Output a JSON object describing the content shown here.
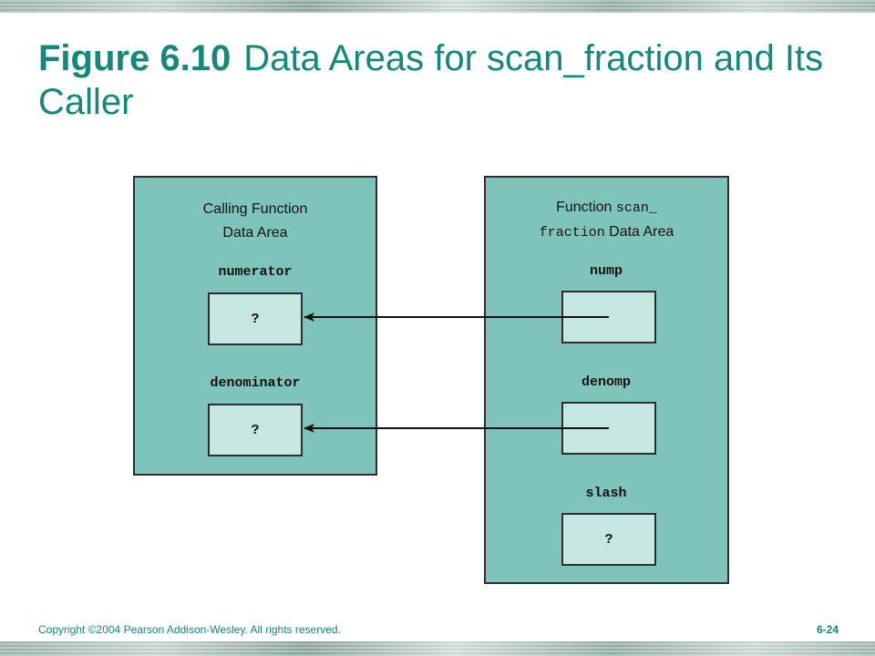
{
  "title": {
    "figure_number": "Figure 6.10",
    "text": "Data Areas for scan_fraction and Its Caller"
  },
  "calling_area": {
    "title_line1": "Calling Function",
    "title_line2": "Data Area",
    "vars": [
      {
        "name": "numerator",
        "value": "?"
      },
      {
        "name": "denominator",
        "value": "?"
      }
    ]
  },
  "scan_area": {
    "title_prefix": "Function ",
    "title_mono1": "scan_",
    "title_mono2": "fraction",
    "title_suffix": " Data Area",
    "vars": [
      {
        "name": "nump",
        "value": ""
      },
      {
        "name": "denomp",
        "value": ""
      },
      {
        "name": "slash",
        "value": "?"
      }
    ]
  },
  "footer": {
    "copyright": "Copyright ©2004 Pearson Addison-Wesley. All rights reserved.",
    "page": "6-24"
  },
  "colors": {
    "title": "#14887a",
    "area_fill": "#7fc4bb",
    "cell_fill": "#c6e6e1"
  }
}
